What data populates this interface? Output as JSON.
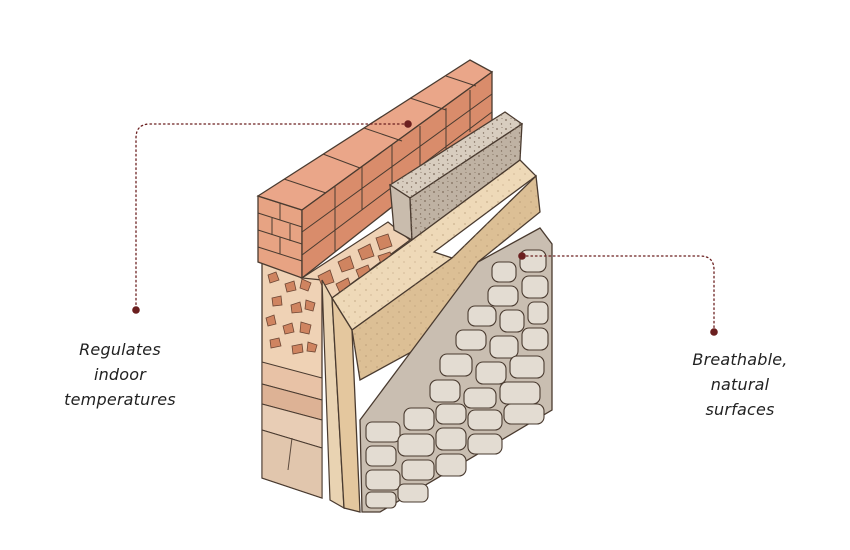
{
  "callouts": [
    {
      "lines": [
        "Regulates",
        "indoor",
        "temperatures"
      ]
    },
    {
      "lines": [
        "Breathable,",
        "natural",
        "surfaces"
      ]
    }
  ],
  "colors": {
    "leader": "#6b1f1f",
    "outline": "#4a3b30",
    "brick": "#e09a7c",
    "brick_dark": "#c97b5c",
    "rubble_fill": "#efd2b5",
    "rubble_chunk": "#cf8460",
    "gravel": "#cfc4b6",
    "sand_top": "#eed9b8",
    "sand_front": "#e4c79e",
    "stone": "#e3dcd2",
    "stone_mortar": "#c9beb1"
  }
}
